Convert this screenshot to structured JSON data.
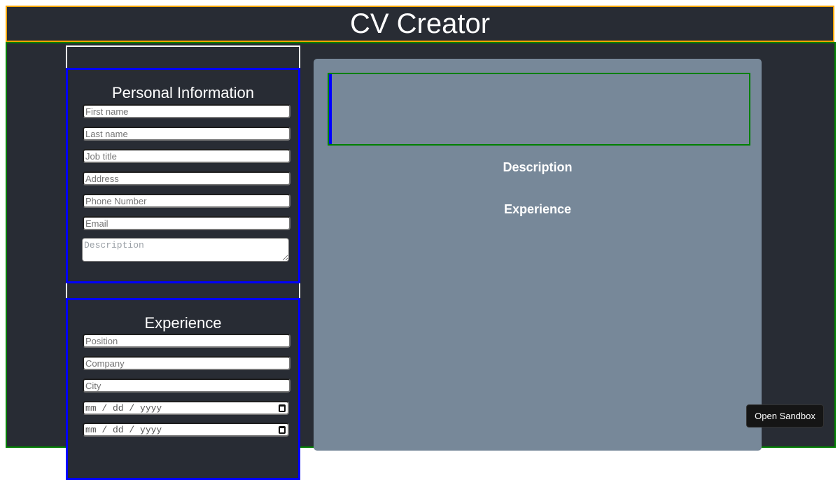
{
  "header": {
    "title": "CV Creator"
  },
  "colors": {
    "background": "#282c34",
    "header_border": "#ffa500",
    "main_border": "#008000",
    "section_border": "#0000ff",
    "preview_bg": "#778899"
  },
  "personal": {
    "title": "Personal Information",
    "fields": {
      "first_name": "First name",
      "last_name": "Last name",
      "job_title": "Job title",
      "address": "Address",
      "phone": "Phone Number",
      "email": "Email",
      "description": "Description"
    }
  },
  "experience": {
    "title": "Experience",
    "fields": {
      "position": "Position",
      "company": "Company",
      "city": "City",
      "from_date": "mm / dd / yyyy",
      "to_date": "mm / dd / yyyy"
    }
  },
  "preview": {
    "description_heading": "Description",
    "experience_heading": "Experience"
  },
  "sandbox": {
    "label": "Open Sandbox"
  }
}
